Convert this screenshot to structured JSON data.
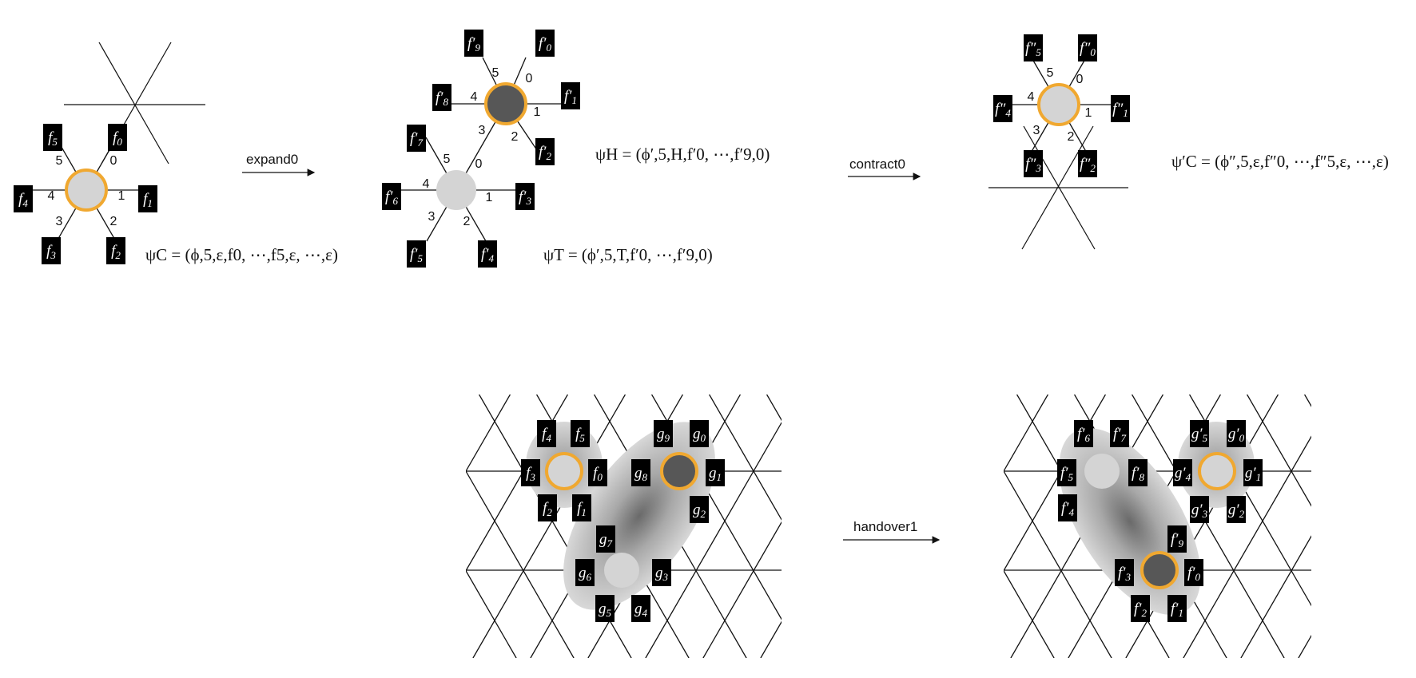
{
  "colors": {
    "light_node": "#d4d4d4",
    "dark_node": "#575757",
    "highlight_ring": "#f0a830",
    "label_bg": "#000000",
    "label_text": "#ffffff",
    "edge": "#111111"
  },
  "ports": [
    "0",
    "1",
    "2",
    "3",
    "4",
    "5"
  ],
  "formulas": {
    "psi_C": "ψC = (ϕ,5,ε,f0, ⋯,f5,ε, ⋯,ε)",
    "psi_H": "ψH = (ϕ′,5,H,f′0, ⋯,f′9,0)",
    "psi_T": "ψT = (ϕ′,5,T,f′0, ⋯,f′9,0)",
    "psi_C_prime": "ψ′C = (ϕ″,5,ε,f″0, ⋯,f″5,ε, ⋯,ε)"
  },
  "operations": {
    "expand": "expand0",
    "contract": "contract0",
    "handover": "handover1"
  },
  "labels": {
    "a": [
      "f0",
      "f1",
      "f2",
      "f3",
      "f4",
      "f5"
    ],
    "b_head": [
      "f′0",
      "f′1",
      "f′2",
      "f′8",
      "f′9"
    ],
    "b_tail": [
      "f′3",
      "f′4",
      "f′5",
      "f′6",
      "f′7"
    ],
    "c": [
      "f″0",
      "f″1",
      "f″2",
      "f″3",
      "f″4",
      "f″5"
    ],
    "d_amoebot_f": [
      "f0",
      "f1",
      "f2",
      "f3",
      "f4",
      "f5"
    ],
    "d_amoebot_g": [
      "g0",
      "g1",
      "g2",
      "g3",
      "g4",
      "g5",
      "g6",
      "g7",
      "g8",
      "g9"
    ],
    "e_amoebot_f": [
      "f′0",
      "f′1",
      "f′2",
      "f′3",
      "f′4",
      "f′5",
      "f′6",
      "f′7",
      "f′8",
      "f′9"
    ],
    "e_amoebot_g": [
      "g′0",
      "g′1",
      "g′2",
      "g′3",
      "g′4",
      "g′5"
    ]
  }
}
